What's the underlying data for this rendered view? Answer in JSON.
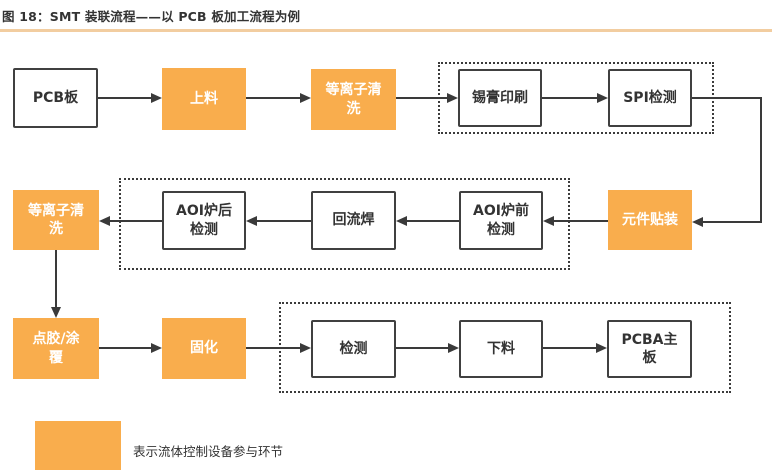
{
  "figure_title": "图 18：SMT 装联流程——以 PCB 板加工流程为例",
  "colors": {
    "accent_orange": "#F9AD4D",
    "title_rule": "#F2CDA0",
    "line_dark": "#3A3A3A",
    "box_border": "#404040",
    "text_dark": "#333333",
    "text_on_orange": "#FFFFFF"
  },
  "flow": {
    "nodes": {
      "pcb": {
        "label": "PCB板",
        "highlighted": false
      },
      "loading": {
        "label": "上料",
        "highlighted": true
      },
      "plasma_clean_1": {
        "label": "等离子清\n洗",
        "highlighted": true
      },
      "solder_paste_print": {
        "label": "锡膏印刷",
        "highlighted": false
      },
      "spi_inspection": {
        "label": "SPI检测",
        "highlighted": false
      },
      "component_placement": {
        "label": "元件贴装",
        "highlighted": true
      },
      "aoi_pre_oven": {
        "label": "AOI炉前\n检测",
        "highlighted": false
      },
      "reflow_soldering": {
        "label": "回流焊",
        "highlighted": false
      },
      "aoi_post_oven": {
        "label": "AOI炉后\n检测",
        "highlighted": false
      },
      "plasma_clean_2": {
        "label": "等离子清\n洗",
        "highlighted": true
      },
      "dispensing_coating": {
        "label": "点胶/涂\n覆",
        "highlighted": true
      },
      "curing": {
        "label": "固化",
        "highlighted": true
      },
      "testing": {
        "label": "检测",
        "highlighted": false
      },
      "unloading": {
        "label": "下料",
        "highlighted": false
      },
      "pcba_board": {
        "label": "PCBA主\n板",
        "highlighted": false
      }
    },
    "edges": [
      {
        "from": "pcb",
        "to": "loading"
      },
      {
        "from": "loading",
        "to": "plasma_clean_1"
      },
      {
        "from": "plasma_clean_1",
        "to": "solder_paste_print"
      },
      {
        "from": "solder_paste_print",
        "to": "spi_inspection"
      },
      {
        "from": "spi_inspection",
        "to": "component_placement"
      },
      {
        "from": "component_placement",
        "to": "aoi_pre_oven"
      },
      {
        "from": "aoi_pre_oven",
        "to": "reflow_soldering"
      },
      {
        "from": "reflow_soldering",
        "to": "aoi_post_oven"
      },
      {
        "from": "aoi_post_oven",
        "to": "plasma_clean_2"
      },
      {
        "from": "plasma_clean_2",
        "to": "dispensing_coating"
      },
      {
        "from": "dispensing_coating",
        "to": "curing"
      },
      {
        "from": "curing",
        "to": "testing"
      },
      {
        "from": "testing",
        "to": "unloading"
      },
      {
        "from": "unloading",
        "to": "pcba_board"
      }
    ],
    "dashed_groups": [
      {
        "contains": [
          "solder_paste_print",
          "spi_inspection"
        ]
      },
      {
        "contains": [
          "aoi_post_oven",
          "reflow_soldering",
          "aoi_pre_oven"
        ]
      },
      {
        "contains": [
          "testing",
          "unloading",
          "pcba_board"
        ]
      }
    ]
  },
  "legend": {
    "swatch_color": "#F9AD4D",
    "label": "表示流体控制设备参与环节"
  }
}
